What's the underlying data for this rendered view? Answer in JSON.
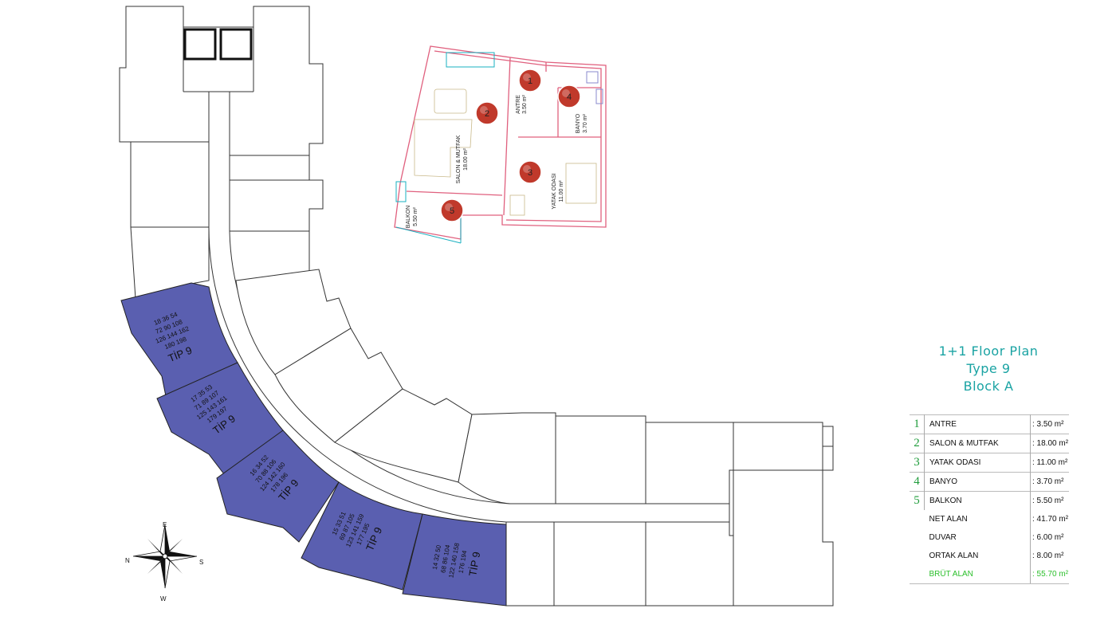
{
  "title": {
    "line1": "1+1 Floor Plan",
    "line2": "Type 9",
    "line3": "Block A"
  },
  "area_table": {
    "rows": [
      {
        "num": "1",
        "label": "ANTRE",
        "value": ": 3.50 m²"
      },
      {
        "num": "2",
        "label": "SALON & MUTFAK",
        "value": ": 18.00 m²"
      },
      {
        "num": "3",
        "label": "YATAK ODASI",
        "value": ": 11.00 m²"
      },
      {
        "num": "4",
        "label": "BANYO",
        "value": ": 3.70 m²"
      },
      {
        "num": "5",
        "label": "BALKON",
        "value": ": 5.50 m²"
      }
    ],
    "summary": [
      {
        "label": "NET ALAN",
        "value": ": 41.70 m²"
      },
      {
        "label": "DUVAR",
        "value": ": 6.00 m²"
      },
      {
        "label": "ORTAK ALAN",
        "value": ": 8.00 m²"
      }
    ],
    "total": {
      "label": "BRÜT ALAN",
      "value": ": 55.70 m²"
    }
  },
  "unit_plan": {
    "rooms": [
      {
        "num": "1",
        "label": "ANTRE",
        "area": "3.50 m²"
      },
      {
        "num": "2",
        "label": "SALON & MUTFAK",
        "area": "18.00 m²"
      },
      {
        "num": "3",
        "label": "YATAK ODASI",
        "area": "11.00 m²"
      },
      {
        "num": "4",
        "label": "BANYO",
        "area": "3.70 m²"
      },
      {
        "num": "5",
        "label": "BALKON",
        "area": "5.50 m²"
      }
    ],
    "marker_color": "#c0392b"
  },
  "highlight": {
    "fill": "#5a5fb0",
    "units": [
      {
        "label": "TİP 9",
        "numbers": [
          "18",
          "36",
          "54",
          "72",
          "90",
          "108",
          "126",
          "144",
          "162",
          "180",
          "198"
        ]
      },
      {
        "label": "TİP 9",
        "numbers": [
          "17",
          "35",
          "53",
          "71",
          "89",
          "107",
          "125",
          "143",
          "161",
          "179",
          "197"
        ]
      },
      {
        "label": "TİP 9",
        "numbers": [
          "16",
          "34",
          "52",
          "70",
          "88",
          "106",
          "124",
          "142",
          "160",
          "178",
          "196"
        ]
      },
      {
        "label": "TİP 9",
        "numbers": [
          "15",
          "33",
          "51",
          "69",
          "87",
          "105",
          "123",
          "141",
          "159",
          "177",
          "195"
        ]
      },
      {
        "label": "TİP 9",
        "numbers": [
          "14",
          "32",
          "50",
          "68",
          "86",
          "104",
          "122",
          "140",
          "158",
          "176",
          "194"
        ]
      }
    ]
  },
  "compass": {
    "n": "N",
    "e": "E",
    "s": "S",
    "w": "W"
  }
}
